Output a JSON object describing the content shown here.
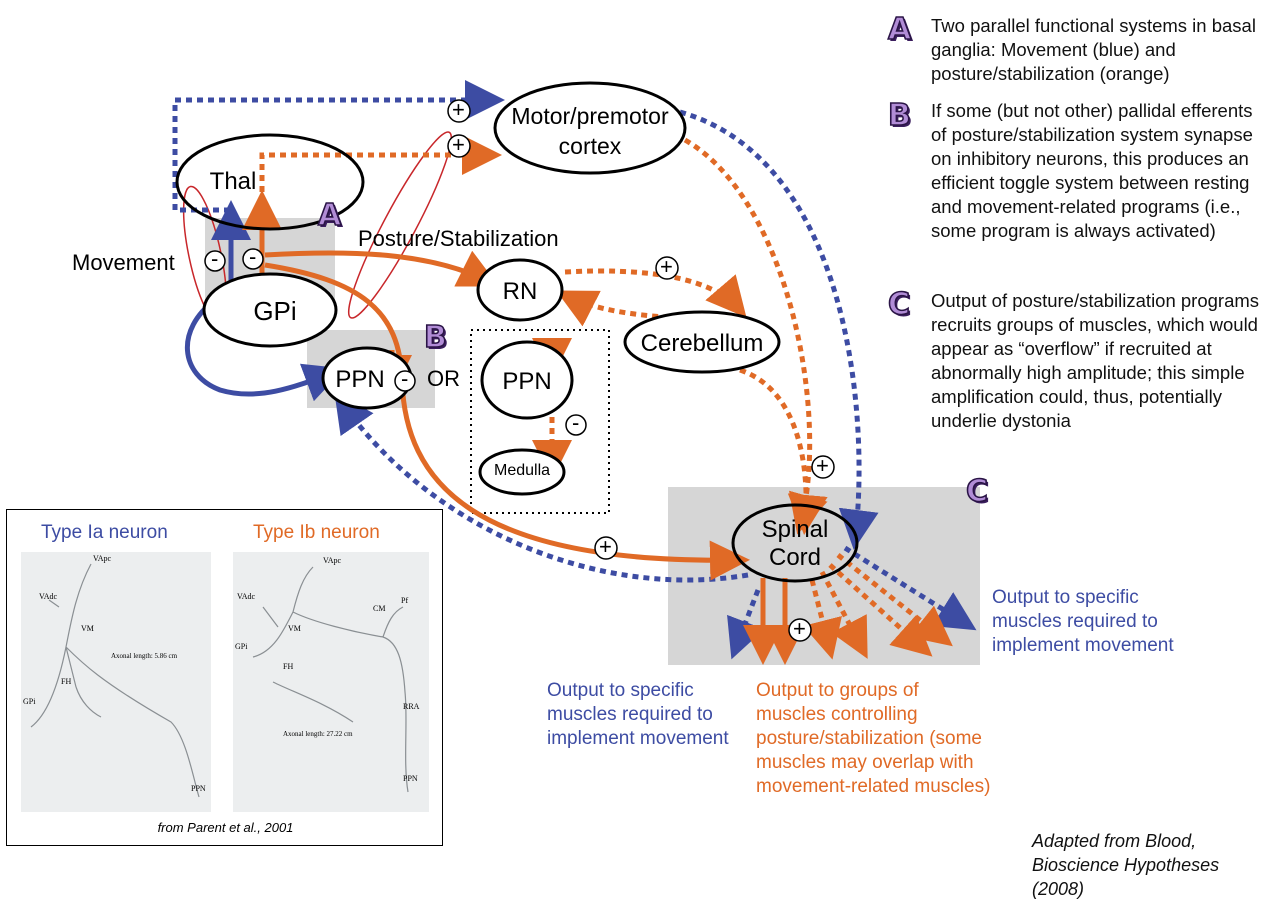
{
  "nodes": {
    "motor_cortex": "Motor/premotor cortex",
    "thal": "Thal",
    "gpi": "GPi",
    "rn": "RN",
    "cerebellum": "Cerebellum",
    "ppn_left": "PPN",
    "ppn_right": "PPN",
    "medulla": "Medulla",
    "spinal_cord": "Spinal Cord"
  },
  "labels": {
    "movement": "Movement",
    "posture": "Posture/Stabilization",
    "or": "OR",
    "plus": "+",
    "minus": "-"
  },
  "annotations": [
    {
      "letter": "A",
      "text": "Two parallel functional systems in basal ganglia: Movement (blue) and posture/stabilization (orange)"
    },
    {
      "letter": "B",
      "text": "If some (but not other) pallidal efferents of posture/stabilization system synapse on inhibitory neurons, this produces an efficient toggle system between resting and movement-related programs (i.e., some program is always activated)"
    },
    {
      "letter": "C",
      "text": "Output of posture/stabilization programs recruits groups of muscles, which would appear as “overflow” if recruited at abnormally high amplitude; this simple amplification could, thus, potentially underlie dystonia"
    }
  ],
  "outputs": {
    "left_blue": "Output to specific muscles required to implement movement",
    "right_blue": "Output to specific muscles required to implement movement",
    "orange": "Output to groups of muscles controlling posture/stabilization (some muscles may overlap with movement-related muscles)"
  },
  "inset": {
    "type_ia": "Type Ia neuron",
    "type_ib": "Type Ib neuron",
    "caption": "from Parent et al., 2001",
    "ia_axonal_length": "Axonal length: 5.86 cm",
    "ib_axonal_length": "Axonal length: 27.22 cm",
    "ia_labels": [
      "VApc",
      "VAdc",
      "VM",
      "FH",
      "GPi",
      "PPN"
    ],
    "ib_labels": [
      "VApc",
      "VAdc",
      "VM",
      "GPi",
      "FH",
      "CM",
      "Pf",
      "RRA",
      "PPN"
    ]
  },
  "credit": "Adapted from Blood, Bioscience Hypotheses (2008)",
  "colors": {
    "blue": "#3d4ca3",
    "orange": "#e06a26",
    "gray_box": "#d6d6d6",
    "red_loop": "#c8272b",
    "letter_fill": "#b18cd6"
  }
}
